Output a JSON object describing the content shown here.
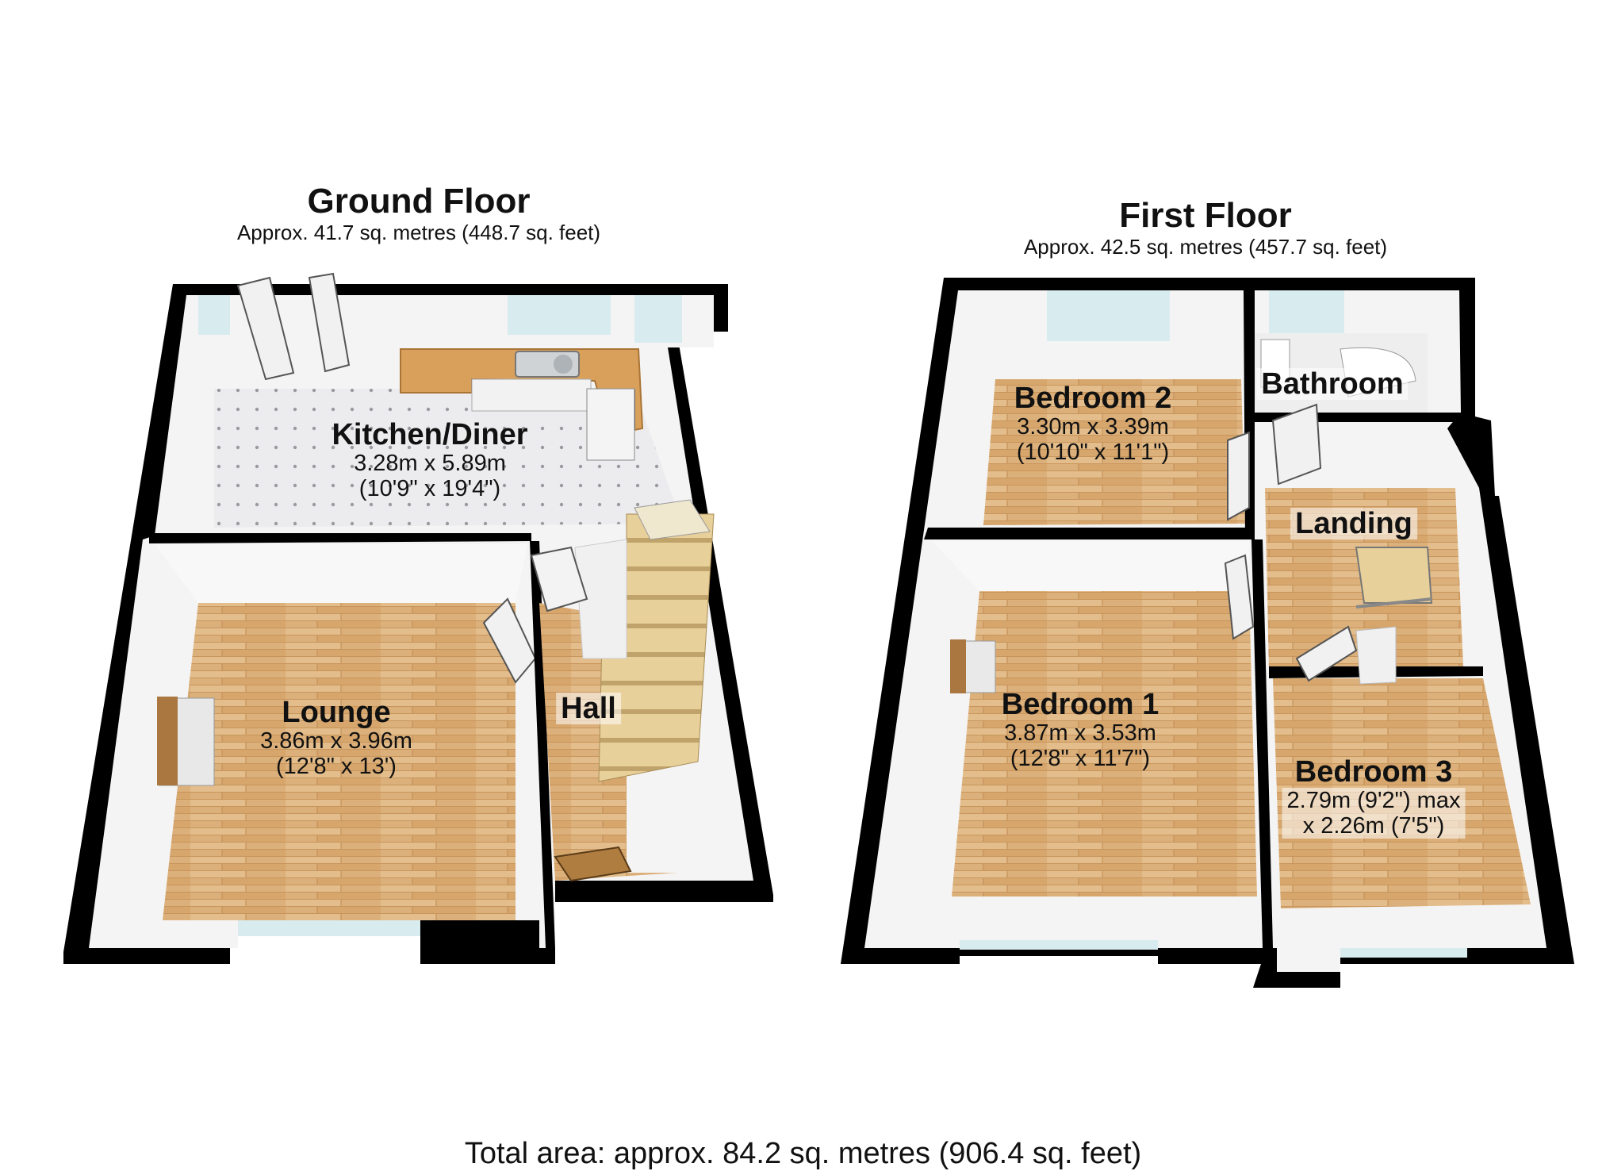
{
  "ground_floor": {
    "title": "Ground Floor",
    "area": "Approx. 41.7 sq. metres (448.7 sq. feet)",
    "rooms": {
      "kitchen": {
        "name": "Kitchen/Diner",
        "dims_metric": "3.28m x 5.89m",
        "dims_imperial": "(10'9\" x 19'4\")"
      },
      "lounge": {
        "name": "Lounge",
        "dims_metric": "3.86m x 3.96m",
        "dims_imperial": "(12'8\" x 13')"
      },
      "hall": {
        "name": "Hall"
      }
    }
  },
  "first_floor": {
    "title": "First Floor",
    "area": "Approx. 42.5 sq. metres (457.7 sq. feet)",
    "rooms": {
      "bedroom2": {
        "name": "Bedroom 2",
        "dims_metric": "3.30m x 3.39m",
        "dims_imperial": "(10'10\" x 11'1\")"
      },
      "bathroom": {
        "name": "Bathroom"
      },
      "landing": {
        "name": "Landing"
      },
      "bedroom1": {
        "name": "Bedroom 1",
        "dims_metric": "3.87m x 3.53m",
        "dims_imperial": "(12'8\" x 11'7\")"
      },
      "bedroom3": {
        "name": "Bedroom 3",
        "dims_line1": "2.79m (9'2\") max",
        "dims_line2": "x 2.26m (7'5\")"
      }
    }
  },
  "total_area": "Total area: approx. 84.2 sq. metres (906.4 sq. feet)",
  "colors": {
    "wall": "#000000",
    "wood_floor": "#dcb07a",
    "tile_floor": "#e9e9ea",
    "wall_interior": "#f4f4f4",
    "window": "#d8ecef",
    "worktop": "#d9a05c"
  }
}
